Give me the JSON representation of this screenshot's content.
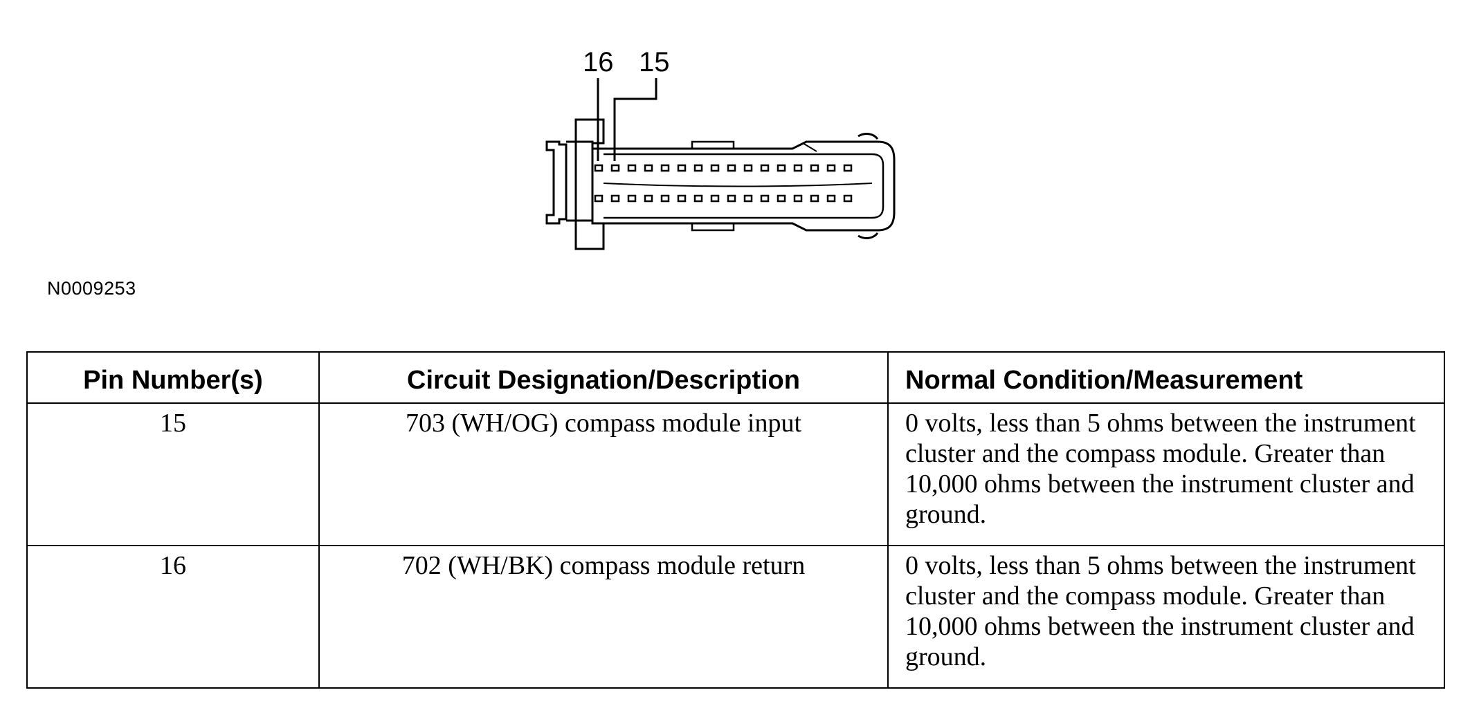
{
  "diagram": {
    "pin_labels": [
      "16",
      "15"
    ]
  },
  "figure_id": "N0009253",
  "table": {
    "headers": [
      "Pin Number(s)",
      "Circuit Designation/Description",
      "Normal Condition/Measurement"
    ],
    "rows": [
      {
        "pin": "15",
        "circuit": "703 (WH/OG) compass module input",
        "condition": "0 volts, less than 5 ohms between the instrument cluster and the compass module. Greater than 10,000 ohms between the instrument cluster and ground."
      },
      {
        "pin": "16",
        "circuit": "702 (WH/BK) compass module return",
        "condition": "0 volts, less than 5 ohms between the instrument cluster and the compass module. Greater than 10,000 ohms between the instrument cluster and ground."
      }
    ]
  }
}
